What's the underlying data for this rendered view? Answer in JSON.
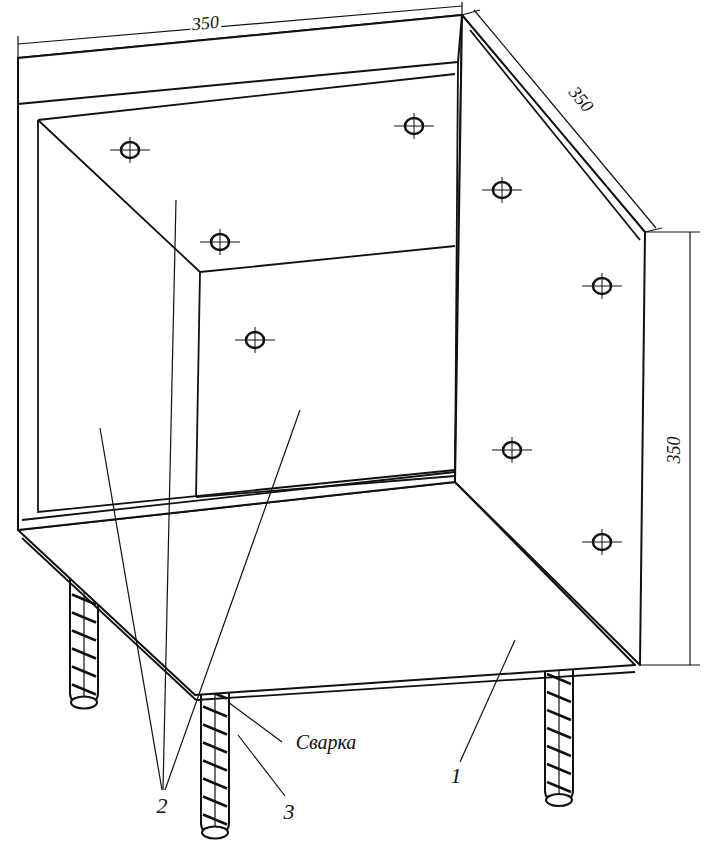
{
  "diagram": {
    "labels": [
      "350",
      "350",
      "350",
      "2",
      "Сварка",
      "3",
      "1"
    ]
  }
}
